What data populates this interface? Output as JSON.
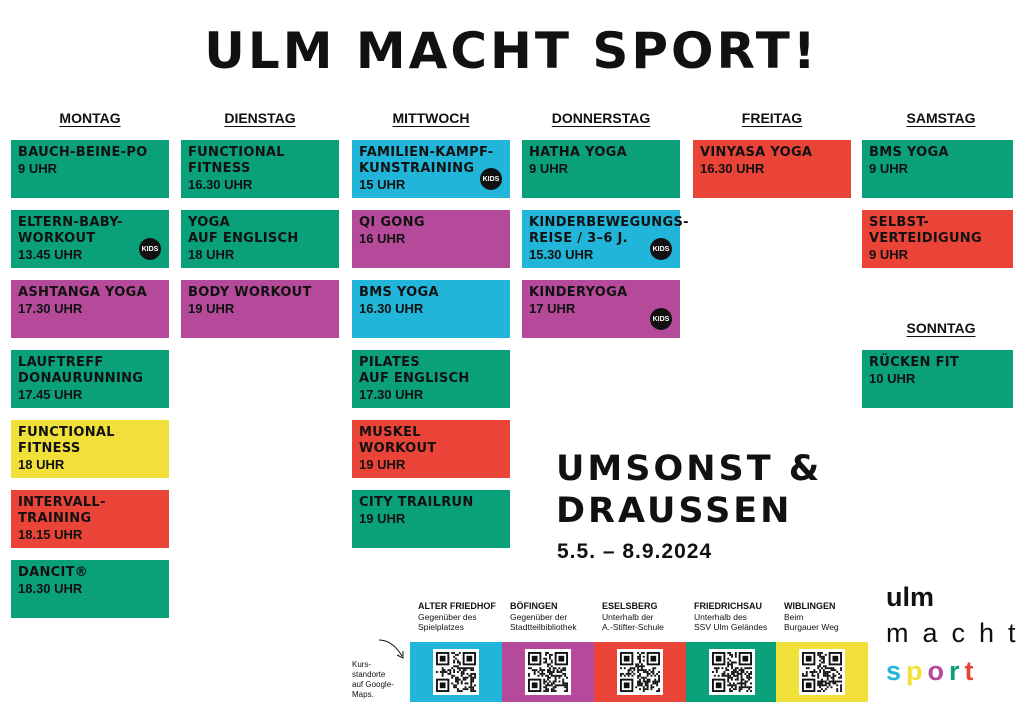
{
  "title": "ULM MACHT SPORT!",
  "days": [
    {
      "label": "MONTAG"
    },
    {
      "label": "DIENSTAG"
    },
    {
      "label": "MITTWOCH"
    },
    {
      "label": "DONNERSTAG"
    },
    {
      "label": "FREITAG"
    },
    {
      "label": "SAMSTAG"
    }
  ],
  "sunday": {
    "label": "SONNTAG"
  },
  "kids_badge": "KIDS",
  "classes": {
    "mon": [
      {
        "name": "BAUCH-BEINE-PO",
        "time": "9 UHR",
        "color": "#0aa07a"
      },
      {
        "name": "ELTERN-BABY-\nWORKOUT",
        "time": "13.45 UHR",
        "color": "#0aa07a",
        "kids": true
      },
      {
        "name": "ASHTANGA YOGA",
        "time": "17.30 UHR",
        "color": "#b54a9a"
      },
      {
        "name": "LAUFTREFF\nDONAURUNNING",
        "time": "17.45 UHR",
        "color": "#0aa07a"
      },
      {
        "name": "FUNCTIONAL\nFITNESS",
        "time": "18 UHR",
        "color": "#f2e03a"
      },
      {
        "name": "INTERVALL-\nTRAINING",
        "time": "18.15 UHR",
        "color": "#ea4337"
      },
      {
        "name": "DANCIT®",
        "time": "18.30 UHR",
        "color": "#0aa07a"
      }
    ],
    "tue": [
      {
        "name": "FUNCTIONAL\nFITNESS",
        "time": "16.30 UHR",
        "color": "#0aa07a"
      },
      {
        "name": "YOGA\nAUF ENGLISCH",
        "time": "18 UHR",
        "color": "#0aa07a"
      },
      {
        "name": "BODY WORKOUT",
        "time": "19 UHR",
        "color": "#b54a9a"
      }
    ],
    "wed": [
      {
        "name": "FAMILIEN-KAMPF-\nKUNSTRAINING",
        "time": "15 UHR",
        "color": "#21b5d9",
        "kids": true
      },
      {
        "name": "QI GONG",
        "time": "16 UHR",
        "color": "#b54a9a"
      },
      {
        "name": "BMS YOGA",
        "time": "16.30 UHR",
        "color": "#21b5d9"
      },
      {
        "name": "PILATES\nAUF ENGLISCH",
        "time": "17.30 UHR",
        "color": "#0aa07a"
      },
      {
        "name": "MUSKEL WORKOUT",
        "time": "19 UHR",
        "color": "#ea4337"
      },
      {
        "name": "CITY TRAILRUN",
        "time": "19 UHR",
        "color": "#0aa07a"
      }
    ],
    "thu": [
      {
        "name": "HATHA YOGA",
        "time": "9 UHR",
        "color": "#0aa07a"
      },
      {
        "name": "KINDERBEWEGUNGS-\nREISE / 3–6 J.",
        "time": "15.30 UHR",
        "color": "#21b5d9",
        "kids": true
      },
      {
        "name": "KINDERYOGA",
        "time": "17 UHR",
        "color": "#b54a9a",
        "kids": true
      }
    ],
    "fri": [
      {
        "name": "VINYASA YOGA",
        "time": "16.30 UHR",
        "color": "#ea4337"
      }
    ],
    "sat": [
      {
        "name": "BMS YOGA",
        "time": "9 UHR",
        "color": "#0aa07a"
      },
      {
        "name": "SELBST-\nVERTEIDIGUNG",
        "time": "9 UHR",
        "color": "#ea4337"
      }
    ],
    "sun": [
      {
        "name": "RÜCKEN FIT",
        "time": "10 UHR",
        "color": "#0aa07a"
      }
    ]
  },
  "headline_line1": "UMSONST &",
  "headline_line2": "DRAUSSEN",
  "date_range": "5.5. – 8.9.2024",
  "kursstandorte_note": "Kurs-\nstandorte\nauf Google-\nMaps.",
  "locations": [
    {
      "name": "ALTER FRIEDHOF",
      "desc": "Gegenüber des\nSpielplatzes",
      "color": "#21b5d9"
    },
    {
      "name": "BÖFINGEN",
      "desc": "Gegenüber der\nStadtteilbibliothek",
      "color": "#b54a9a"
    },
    {
      "name": "ESELSBERG",
      "desc": "Unterhalb der\nA.-Stifter-Schule",
      "color": "#ea4337"
    },
    {
      "name": "FRIEDRICHSAU",
      "desc": "Unterhalb des\nSSV Ulm Geländes",
      "color": "#0aa07a"
    },
    {
      "name": "WIBLINGEN",
      "desc": "Beim\nBurgauer Weg",
      "color": "#f2e03a"
    }
  ],
  "logo": {
    "line1": "ulm",
    "line2": "macht",
    "line3_letters": [
      "s",
      "p",
      "o",
      "r",
      "t"
    ],
    "line3_colors": [
      "#21b5d9",
      "#f2e03a",
      "#b54a9a",
      "#0aa07a",
      "#ea4337"
    ]
  },
  "colors": {
    "green": "#0aa07a",
    "cyan": "#21b5d9",
    "purple": "#b54a9a",
    "yellow": "#f2e03a",
    "red": "#ea4337"
  }
}
